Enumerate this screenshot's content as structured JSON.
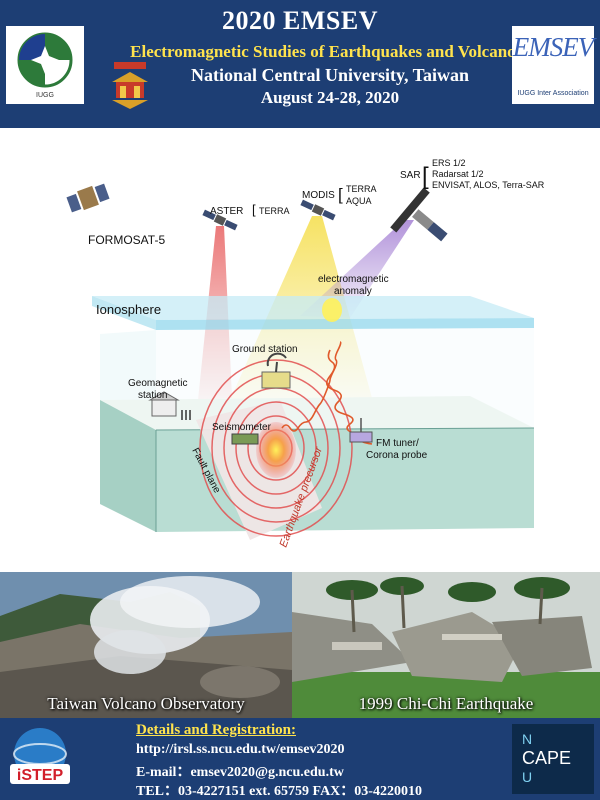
{
  "header": {
    "title": "2020 EMSEV",
    "subtitle": "Electromagnetic Studies of Earthquakes and Volcanoes",
    "institution": "National Central University, Taiwan",
    "dates": "August 24-28, 2020",
    "colors": {
      "background": "#1d3e74",
      "subtitle": "#ffe34d"
    }
  },
  "logos": {
    "iugg": {
      "icon": "iugg-globe-icon",
      "label": "IUGG"
    },
    "ncu": {
      "icon": "ncu-emblem-icon"
    },
    "emsev": {
      "text": "EMSEV",
      "label": "IUGG Inter Association"
    }
  },
  "diagram": {
    "satellites": {
      "formosat": "FORMOSAT-5",
      "aster": {
        "name": "ASTER",
        "sensors": [
          "TERRA"
        ]
      },
      "modis": {
        "name": "MODIS",
        "sensors": [
          "TERRA",
          "AQUA"
        ]
      },
      "sar": {
        "name": "SAR",
        "sensors": [
          "ERS 1/2",
          "Radarsat 1/2",
          "ENVISAT, ALOS, Terra-SAR"
        ]
      }
    },
    "labels": {
      "ionosphere": "Ionosphere",
      "em_anomaly": [
        "electromagnetic",
        "anomaly"
      ],
      "ground_station": "Ground station",
      "geomagnetic": [
        "Geomagnetic",
        "station"
      ],
      "seismometer": "Seismometer",
      "fm_tuner": [
        "FM tuner/",
        "Corona probe"
      ],
      "fault_plane": "Fault plane",
      "precursor": "Earthquake precursor"
    },
    "colors": {
      "ground": "#b9ddd3",
      "ionosphere": "#9fdcee",
      "wave": "#e05a2b"
    }
  },
  "photos": {
    "volcano": {
      "caption": "Taiwan Volcano Observatory"
    },
    "earthquake": {
      "caption": "1999 Chi-Chi Earthquake"
    }
  },
  "footer": {
    "heading": "Details and Registration:",
    "url": "http://irsl.ss.ncu.edu.tw/emsev2020",
    "email": "E-mail：emsev2020@g.ncu.edu.tw",
    "phone": "TEL：03-4227151 ext. 65759  FAX：03-4220010",
    "logos": {
      "istep": "iSTEP",
      "ncape": [
        "N",
        "CAPE",
        "U"
      ]
    }
  }
}
